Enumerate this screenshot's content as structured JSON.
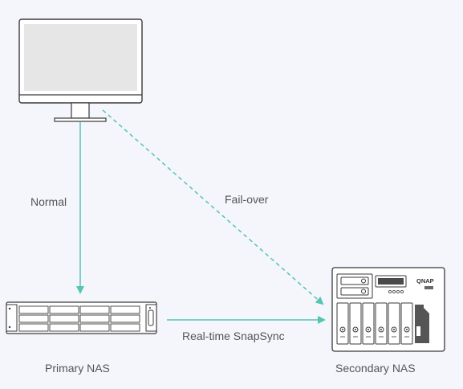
{
  "labels": {
    "normal": "Normal",
    "failover": "Fail-over",
    "sync": "Real-time SnapSync",
    "primary": "Primary NAS",
    "secondary": "Secondary NAS",
    "brand": "QNAP"
  },
  "colors": {
    "arrow": "#55c4b3",
    "device_outline": "#3a3a3a",
    "screen": "#e6e6e6",
    "background": "#f4f6fb"
  },
  "icons": [
    "monitor-icon",
    "rack-nas-icon",
    "tower-nas-icon"
  ]
}
